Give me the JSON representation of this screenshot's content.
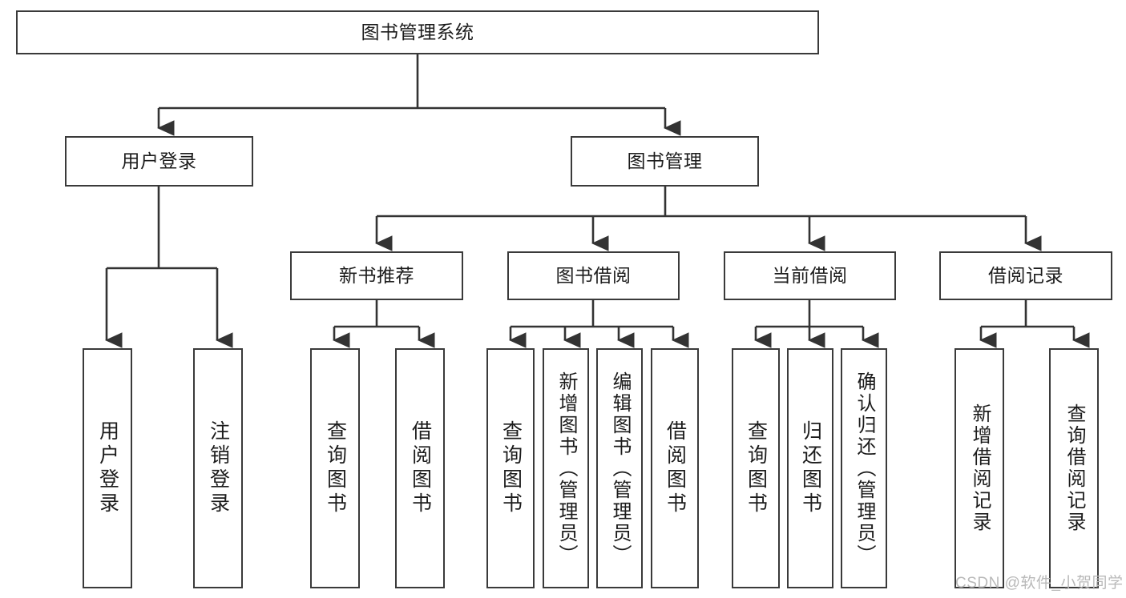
{
  "diagram": {
    "title": "图书管理系统",
    "type": "hierarchy-tree",
    "root": {
      "label": "图书管理系统"
    },
    "level2": [
      {
        "label": "用户登录"
      },
      {
        "label": "图书管理"
      }
    ],
    "level3": [
      {
        "label": "新书推荐"
      },
      {
        "label": "图书借阅"
      },
      {
        "label": "当前借阅"
      },
      {
        "label": "借阅记录"
      }
    ],
    "leaves": {
      "user_login": [
        {
          "label": "用户登录"
        },
        {
          "label": "注销登录"
        }
      ],
      "new_book_recommend": [
        {
          "label": "查询图书"
        },
        {
          "label": "借阅图书"
        }
      ],
      "book_borrow": [
        {
          "label": "查询图书"
        },
        {
          "label": "新增图书（管理员）"
        },
        {
          "label": "编辑图书（管理员）"
        },
        {
          "label": "借阅图书"
        }
      ],
      "current_borrow": [
        {
          "label": "查询图书"
        },
        {
          "label": "归还图书"
        },
        {
          "label": "确认归还（管理员）"
        }
      ],
      "borrow_record": [
        {
          "label": "新增借阅记录"
        },
        {
          "label": "查询借阅记录"
        }
      ]
    }
  },
  "watermark": {
    "text": "CSDN @软件_小贺同学"
  },
  "colors": {
    "border": "#3a3a3a",
    "text": "#1c1c1c",
    "background": "#ffffff",
    "watermark": "#b9b9b9"
  }
}
